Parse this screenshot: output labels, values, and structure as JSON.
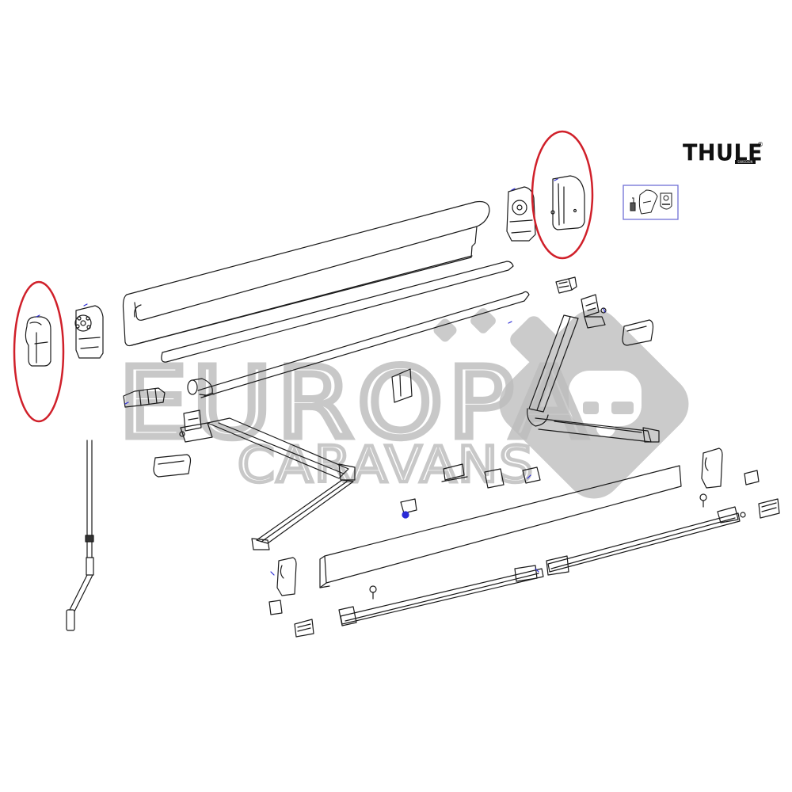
{
  "diagram": {
    "type": "exploded parts diagram",
    "subject": "Thule caravan awning assembly",
    "background": "#ffffff",
    "line_color": "#1a1a1a",
    "annotation_color": "#2b2bd6"
  },
  "brand_logo": {
    "text": "THULE",
    "registered_mark": "®",
    "subtext": "SWEDEN",
    "color": "#111111"
  },
  "watermark": {
    "line1": "EUROPA",
    "line2": "CARAVANS",
    "icon": "caravan-diamond-icon",
    "color": "#bdbdbd"
  },
  "highlights": [
    {
      "id": "left-end-cap",
      "shape": "ellipse",
      "color": "#d0202a"
    },
    {
      "id": "right-end-cap",
      "shape": "ellipse",
      "color": "#d0202a"
    }
  ],
  "inset_box": {
    "border_color": "#6f6fd6",
    "parts": [
      "small bolt",
      "bracket plate",
      "cap"
    ]
  },
  "parts": [
    "left end cap (highlighted)",
    "left end bracket with gear",
    "top cover profile",
    "front cover strip",
    "lower cover strip",
    "roller tube",
    "tube clip",
    "left arm shoulder bracket",
    "left folding arm",
    "left arm cover",
    "right end bracket with gear",
    "right end cap (highlighted)",
    "roller spring plug",
    "right arm shoulder bracket",
    "right folding arm",
    "right arm cover",
    "lead rail / front profile",
    "left lead rail end cap",
    "right lead rail end cap",
    "support leg left",
    "support leg right",
    "leg clips",
    "eye bolts",
    "crank handle",
    "center clips"
  ]
}
